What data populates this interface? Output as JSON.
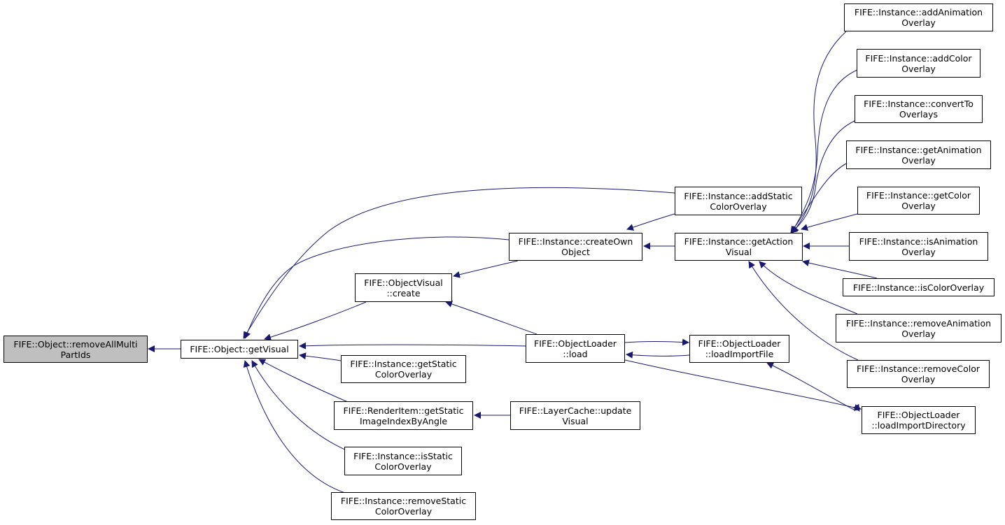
{
  "colors": {
    "edge": "#191970",
    "root_fill": "#bfbfbf",
    "node_fill": "#ffffff",
    "border": "#000000"
  },
  "nodes": {
    "root": {
      "line1": "FIFE::Object::removeAllMulti",
      "line2": "PartIds"
    },
    "getVisual": {
      "line1": "FIFE::Object::getVisual",
      "line2": ""
    },
    "ovCreate": {
      "line1": "FIFE::ObjectVisual",
      "line2": "::create"
    },
    "getStaticColorOverlay": {
      "line1": "FIFE::Instance::getStatic",
      "line2": "ColorOverlay"
    },
    "renderItem": {
      "line1": "FIFE::RenderItem::getStatic",
      "line2": "ImageIndexByAngle"
    },
    "isStaticColorOverlay": {
      "line1": "FIFE::Instance::isStatic",
      "line2": "ColorOverlay"
    },
    "removeStaticColorOverlay": {
      "line1": "FIFE::Instance::removeStatic",
      "line2": "ColorOverlay"
    },
    "createOwnObject": {
      "line1": "FIFE::Instance::createOwn",
      "line2": "Object"
    },
    "olLoad": {
      "line1": "FIFE::ObjectLoader",
      "line2": "::load"
    },
    "layerCache": {
      "line1": "FIFE::LayerCache::update",
      "line2": "Visual"
    },
    "addStaticColorOverlay": {
      "line1": "FIFE::Instance::addStatic",
      "line2": "ColorOverlay"
    },
    "getActionVisual": {
      "line1": "FIFE::Instance::getAction",
      "line2": "Visual"
    },
    "loadImportFile": {
      "line1": "FIFE::ObjectLoader",
      "line2": "::loadImportFile"
    },
    "loadImportDirectory": {
      "line1": "FIFE::ObjectLoader",
      "line2": "::loadImportDirectory"
    },
    "addAnimationOverlay": {
      "line1": "FIFE::Instance::addAnimation",
      "line2": "Overlay"
    },
    "addColorOverlay": {
      "line1": "FIFE::Instance::addColor",
      "line2": "Overlay"
    },
    "convertToOverlays": {
      "line1": "FIFE::Instance::convertTo",
      "line2": "Overlays"
    },
    "getAnimationOverlay": {
      "line1": "FIFE::Instance::getAnimation",
      "line2": "Overlay"
    },
    "getColorOverlay": {
      "line1": "FIFE::Instance::getColor",
      "line2": "Overlay"
    },
    "isAnimationOverlay": {
      "line1": "FIFE::Instance::isAnimation",
      "line2": "Overlay"
    },
    "isColorOverlay": {
      "line1": "FIFE::Instance::isColorOverlay",
      "line2": ""
    },
    "removeAnimationOverlay": {
      "line1": "FIFE::Instance::removeAnimation",
      "line2": "Overlay"
    },
    "removeColorOverlay": {
      "line1": "FIFE::Instance::removeColor",
      "line2": "Overlay"
    }
  },
  "edges": [
    {
      "from": "getVisual",
      "to": "root"
    },
    {
      "from": "ovCreate",
      "to": "getVisual"
    },
    {
      "from": "getStaticColorOverlay",
      "to": "getVisual"
    },
    {
      "from": "renderItem",
      "to": "getVisual"
    },
    {
      "from": "isStaticColorOverlay",
      "to": "getVisual"
    },
    {
      "from": "removeStaticColorOverlay",
      "to": "getVisual"
    },
    {
      "from": "createOwnObject",
      "to": "getVisual"
    },
    {
      "from": "addStaticColorOverlay",
      "to": "getVisual"
    },
    {
      "from": "olLoad",
      "to": "getVisual"
    },
    {
      "from": "createOwnObject",
      "to": "ovCreate"
    },
    {
      "from": "olLoad",
      "to": "ovCreate"
    },
    {
      "from": "layerCache",
      "to": "renderItem"
    },
    {
      "from": "addStaticColorOverlay",
      "to": "createOwnObject"
    },
    {
      "from": "getActionVisual",
      "to": "createOwnObject"
    },
    {
      "from": "loadImportFile",
      "to": "olLoad"
    },
    {
      "from": "olLoad",
      "to": "loadImportFile"
    },
    {
      "from": "loadImportDirectory",
      "to": "loadImportFile"
    },
    {
      "from": "olLoad",
      "to": "loadImportDirectory"
    },
    {
      "from": "addAnimationOverlay",
      "to": "getActionVisual"
    },
    {
      "from": "addColorOverlay",
      "to": "getActionVisual"
    },
    {
      "from": "convertToOverlays",
      "to": "getActionVisual"
    },
    {
      "from": "getAnimationOverlay",
      "to": "getActionVisual"
    },
    {
      "from": "getColorOverlay",
      "to": "getActionVisual"
    },
    {
      "from": "isAnimationOverlay",
      "to": "getActionVisual"
    },
    {
      "from": "isColorOverlay",
      "to": "getActionVisual"
    },
    {
      "from": "removeAnimationOverlay",
      "to": "getActionVisual"
    },
    {
      "from": "removeColorOverlay",
      "to": "getActionVisual"
    },
    {
      "from": "loadImportDirectory",
      "to": "getActionVisual"
    }
  ]
}
